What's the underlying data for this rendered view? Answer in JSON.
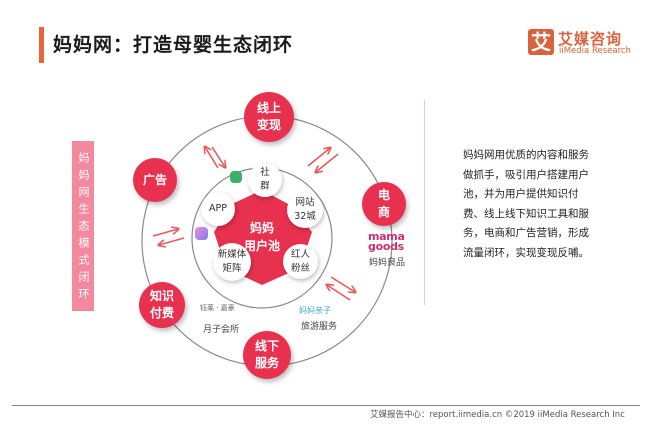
{
  "header": {
    "title": "妈妈网：打造母婴生态闭环",
    "accent_color": "#e8643a"
  },
  "brand": {
    "logo_glyph": "艾",
    "name_cn": "艾媒咨询",
    "name_en": "iiMedia Research",
    "color": "#d9633d"
  },
  "side_label": {
    "text": "妈妈网生态模式闭环",
    "color": "#f3899d"
  },
  "diagram": {
    "core": {
      "line1": "妈妈",
      "line2": "用户池",
      "color": "#e8314f"
    },
    "inner_nodes": [
      {
        "id": "community",
        "line1": "社",
        "line2": "群"
      },
      {
        "id": "app",
        "line1": "APP",
        "line2": ""
      },
      {
        "id": "website",
        "line1": "网站",
        "line2": "32城"
      },
      {
        "id": "new-media",
        "line1": "新媒体",
        "line2": "矩阵"
      },
      {
        "id": "influencer",
        "line1": "红人",
        "line2": "粉丝"
      }
    ],
    "outer_nodes": [
      {
        "id": "online-monetization",
        "line1": "线上",
        "line2": "变现"
      },
      {
        "id": "advertising",
        "line1": "广告",
        "line2": ""
      },
      {
        "id": "ecommerce",
        "line1": "电",
        "line2": "商"
      },
      {
        "id": "paid-knowledge",
        "line1": "知识",
        "line2": "付费"
      },
      {
        "id": "offline-service",
        "line1": "线下",
        "line2": "服务"
      }
    ],
    "captions": {
      "ecommerce_brand_top": "mama",
      "ecommerce_brand_bottom": "goods",
      "ecommerce_label": "妈妈良品",
      "maternity_brand": "钰莱 · 嘉豪",
      "maternity_label": "月子会所",
      "travel_brand": "妈妈亲子",
      "travel_label": "旅游服务"
    },
    "colors": {
      "node_red": "#e8314f",
      "ring_gray": "#8a8a8a",
      "arrow_red": "#ea5a5a"
    }
  },
  "description": "妈妈网用优质的内容和服务做抓手，吸引用户搭建用户池，并为用户提供知识付费、线上线下知识工具和服务，电商和广告营销，形成流量闭环，实现变现反哺。",
  "footer": {
    "text": "艾媒报告中心：report.iimedia.cn   ©2019  iiMedia Research  Inc"
  }
}
